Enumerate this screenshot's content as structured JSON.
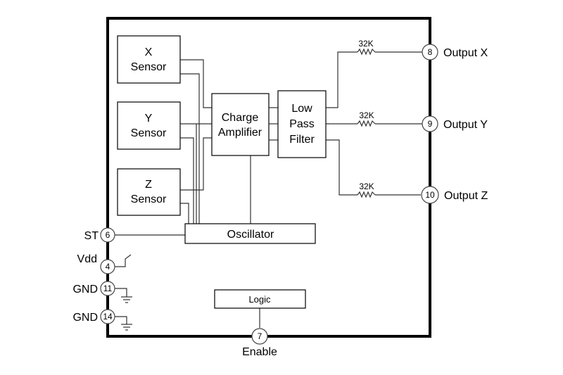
{
  "diagram": {
    "blocks": {
      "x_sensor": [
        "X",
        "Sensor"
      ],
      "y_sensor": [
        "Y",
        "Sensor"
      ],
      "z_sensor": [
        "Z",
        "Sensor"
      ],
      "charge_amplifier": [
        "Charge",
        "Amplifier"
      ],
      "low_pass_filter": [
        "Low",
        "Pass",
        "Filter"
      ],
      "oscillator": "Oscillator",
      "logic": "Logic"
    },
    "resistors": {
      "x": "32K",
      "y": "32K",
      "z": "32K"
    },
    "pins": {
      "output_x": {
        "number": "8",
        "label": "Output X"
      },
      "output_y": {
        "number": "9",
        "label": "Output Y"
      },
      "output_z": {
        "number": "10",
        "label": "Output Z"
      },
      "st": {
        "number": "6",
        "label": "ST"
      },
      "vdd": {
        "number": "4",
        "label": "Vdd"
      },
      "gnd1": {
        "number": "11",
        "label": "GND"
      },
      "gnd2": {
        "number": "14",
        "label": "GND"
      },
      "enable": {
        "number": "7",
        "label": "Enable"
      }
    }
  }
}
